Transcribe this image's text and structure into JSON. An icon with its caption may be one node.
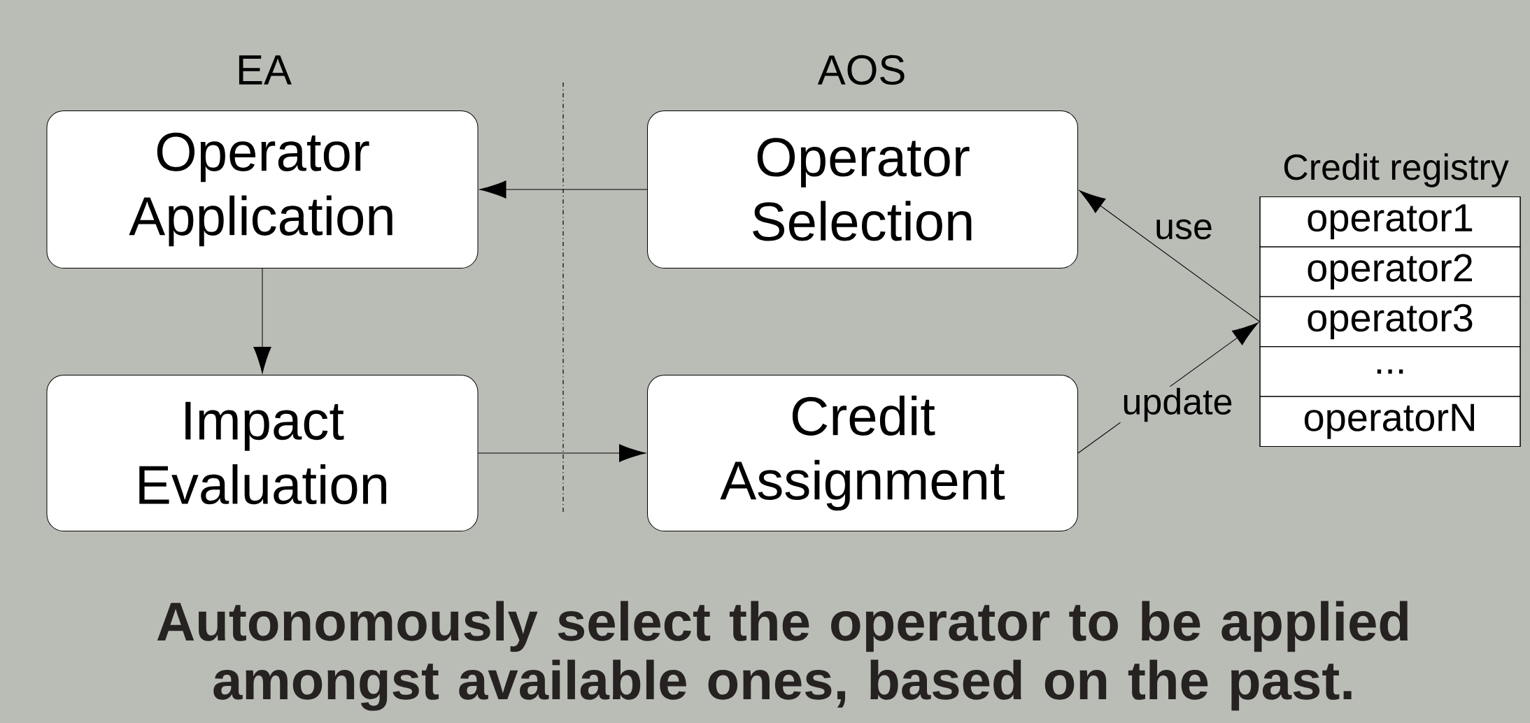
{
  "diagram": {
    "caption": "Autonomously select the operator to be applied amongst available ones, based on the past.",
    "nodes": [
      {
        "text": [
          "Operator Application"
        ]
      },
      {
        "text": [
          "Impact Evaluation"
        ]
      },
      {
        "text": [
          "Operator Selection"
        ]
      },
      {
        "text": [
          "Credit Assignment"
        ]
      },
      {
        "text": [
          "Credit registry"
        ]
      },
      {
        "text": [
          "operator1"
        ],
        "in": 4
      },
      {
        "text": [
          "operator2"
        ],
        "in": 4
      },
      {
        "text": [
          "operator3"
        ],
        "in": 4
      },
      {
        "text": [
          "..."
        ],
        "in": 4
      },
      {
        "text": [
          "operatorN"
        ],
        "in": 4
      }
    ],
    "edges": [
      {
        "from": 2,
        "to": 0,
        "arrow": "to"
      },
      {
        "from": 0,
        "to": 1,
        "arrow": "to"
      },
      {
        "from": 1,
        "to": 3,
        "arrow": "to"
      },
      {
        "from": 4,
        "to": 2,
        "arrow": "to",
        "label": "use"
      },
      {
        "from": 3,
        "to": 4,
        "arrow": "to",
        "label": "update"
      }
    ],
    "labels": [
      "EA",
      "AOS"
    ]
  }
}
